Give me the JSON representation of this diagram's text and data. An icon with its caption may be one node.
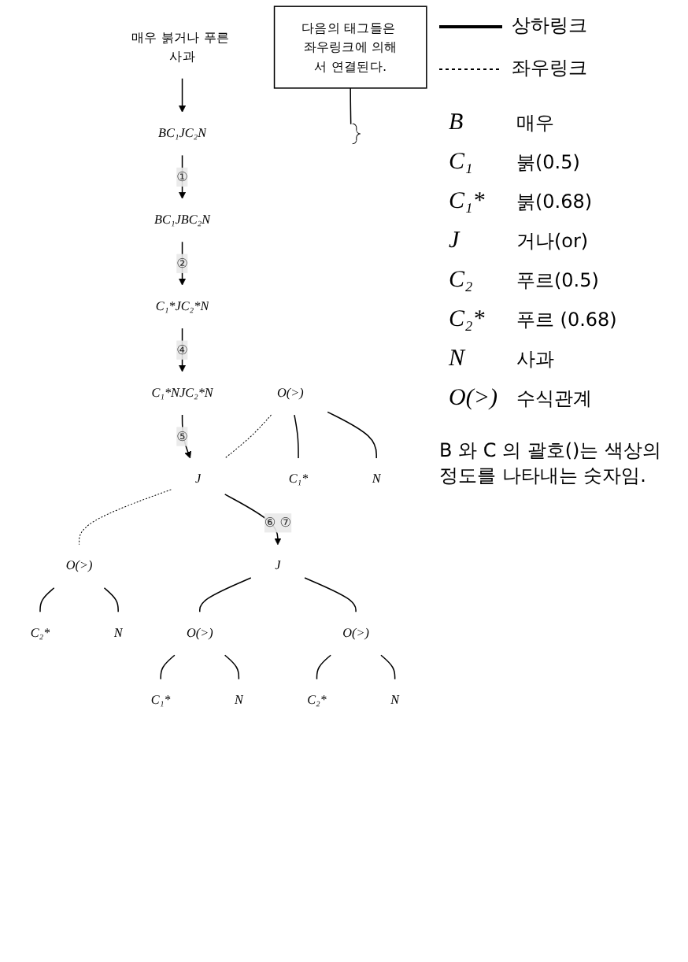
{
  "diagram": {
    "nodes": [
      {
        "text": [
          "매우 붉거나 푸른 사과"
        ]
      },
      {
        "text": [
          "BC₁JC₂N"
        ]
      },
      {
        "text": [
          "BC₁JBC₂N"
        ]
      },
      {
        "text": [
          "C₁*JC₂*N"
        ]
      },
      {
        "text": [
          "C₁*NJC₂*N"
        ]
      },
      {
        "text": [
          "O(>)"
        ]
      },
      {
        "text": [
          "J"
        ]
      },
      {
        "text": [
          "O(>)"
        ]
      },
      {
        "text": [
          "C₁*"
        ]
      },
      {
        "text": [
          "N"
        ]
      },
      {
        "text": [
          "C₂*"
        ]
      },
      {
        "text": [
          "N"
        ]
      },
      {
        "text": [
          "J"
        ]
      },
      {
        "text": [
          "O(>)"
        ]
      },
      {
        "text": [
          "O(>)"
        ]
      },
      {
        "text": [
          "C₁*"
        ]
      },
      {
        "text": [
          "N"
        ]
      },
      {
        "text": [
          "C₂*"
        ]
      },
      {
        "text": [
          "N"
        ]
      },
      {
        "text": [
          "다음의 태그들은 좌우링크에 의해서 연결된다."
        ]
      },
      {
        "text": [],
        "shape": "bracket"
      }
    ],
    "edges": [
      {
        "from": 0,
        "to": 1,
        "arrow": "to"
      },
      {
        "from": 1,
        "to": 2,
        "arrow": "to",
        "label": "①"
      },
      {
        "from": 2,
        "to": 3,
        "arrow": "to",
        "label": "②"
      },
      {
        "from": 3,
        "to": 4,
        "arrow": "to",
        "label": "④"
      },
      {
        "from": 4,
        "to": 6,
        "arrow": "to",
        "label": "⑤"
      },
      {
        "from": 5,
        "to": 6,
        "arrow": "none",
        "style": "dashed"
      },
      {
        "from": 6,
        "to": 7,
        "arrow": "none",
        "style": "dashed"
      },
      {
        "from": 5,
        "to": 8,
        "arrow": "none"
      },
      {
        "from": 5,
        "to": 9,
        "arrow": "none"
      },
      {
        "from": 7,
        "to": 10,
        "arrow": "none"
      },
      {
        "from": 7,
        "to": 11,
        "arrow": "none"
      },
      {
        "from": 6,
        "to": 12,
        "arrow": "to",
        "label": "⑥ ⑦"
      },
      {
        "from": 12,
        "to": 13,
        "arrow": "none"
      },
      {
        "from": 12,
        "to": 14,
        "arrow": "none"
      },
      {
        "from": 13,
        "to": 15,
        "arrow": "none"
      },
      {
        "from": 13,
        "to": 16,
        "arrow": "none"
      },
      {
        "from": 14,
        "to": 17,
        "arrow": "none"
      },
      {
        "from": 14,
        "to": 18,
        "arrow": "none"
      },
      {
        "from": 19,
        "to": 20,
        "arrow": "none"
      }
    ],
    "labels": [
      "B",
      "매우",
      "C₁",
      "붉(0.5)",
      "C₁*",
      "붉(0.68)",
      "J",
      "거나(or)",
      "C₂",
      "푸르(0.5)",
      "C₂*",
      "푸르 (0.68)",
      "N",
      "사과",
      "O(>)",
      "수식관계",
      "B 와 C 의 괄호()는 색상의 정도를 나타내는 숫자임."
    ],
    "legend": [
      {
        "text": "상하링크"
      },
      {
        "text": "좌우링크"
      }
    ]
  }
}
